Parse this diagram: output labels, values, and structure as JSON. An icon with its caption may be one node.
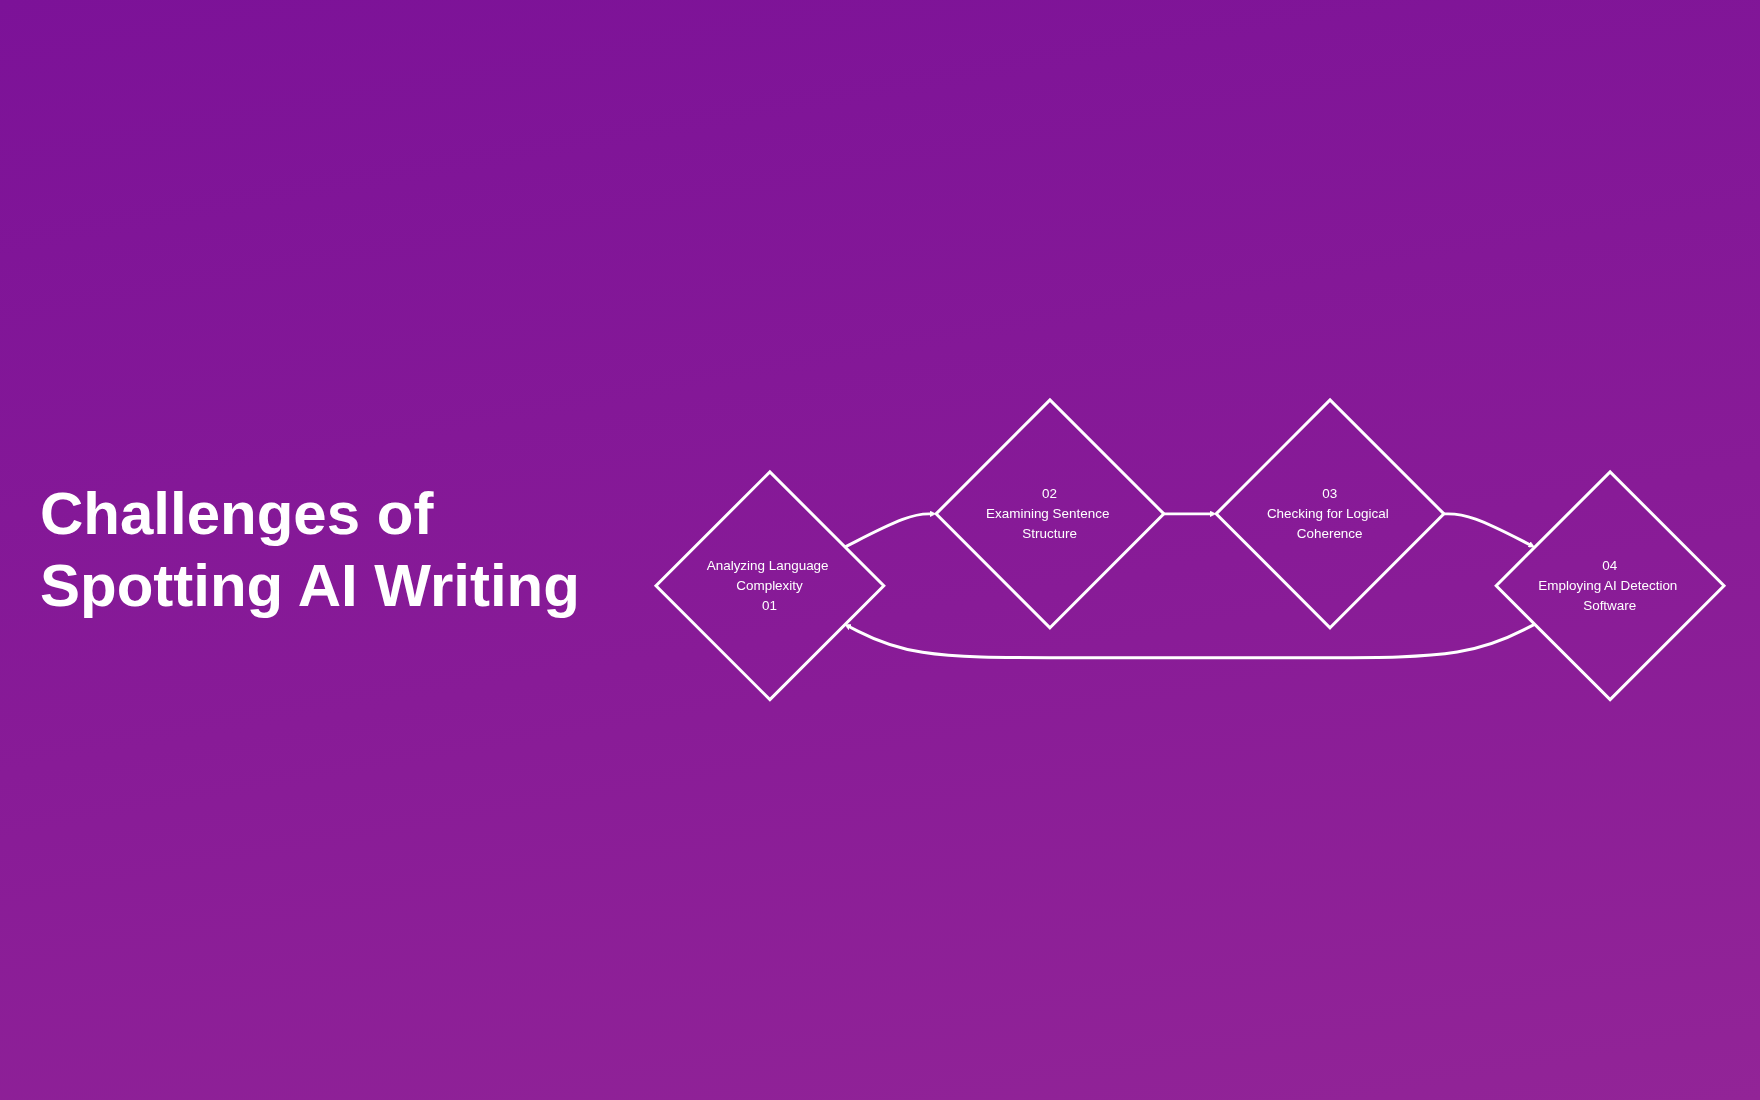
{
  "diagram": {
    "title": "Challenges of Spotting AI Writing",
    "nodes": [
      {
        "text": [
          "Analyzing Language Complexity",
          "01"
        ]
      },
      {
        "text": [
          "02",
          "Examining Sentence Structure"
        ]
      },
      {
        "text": [
          "03",
          "Checking for Logical Coherence"
        ]
      },
      {
        "text": [
          "04",
          "Employing AI Detection Software"
        ]
      }
    ],
    "edges": [
      {
        "from": 0,
        "to": 1,
        "arrow": "to"
      },
      {
        "from": 1,
        "to": 2,
        "arrow": "to"
      },
      {
        "from": 2,
        "to": 3,
        "arrow": "to"
      },
      {
        "from": 3,
        "to": 0,
        "arrow": "to"
      }
    ]
  }
}
